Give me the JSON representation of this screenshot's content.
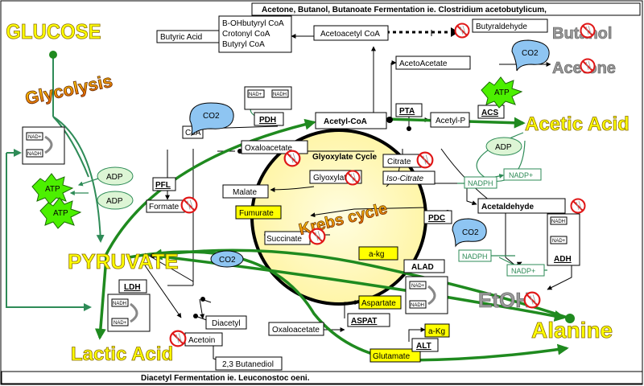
{
  "titles": {
    "top": "Acetone, Butanol, Butanoate Fermentation ie. Clostridium acetobutylicum,",
    "bottom": "Diacetyl Fermentation ie. Leuconostoc oeni."
  },
  "headlines": {
    "glucose": "GLUCOSE",
    "glycolysis": "Glycolysis",
    "pyruvate": "PYRUVATE",
    "lactic_acid": "Lactic Acid",
    "acetic_acid": "Acetic Acid",
    "alanine": "Alanine",
    "butanol": "Butanol",
    "acetone": "Acetone",
    "etoh": "EtOH",
    "krebs": "Krebs cycle"
  },
  "metabolites": {
    "butyric_acid": "Butyric Acid",
    "bohbutyryl": "B-OHbutyryl CoA",
    "crotonyl": "Crotonyl CoA",
    "butyryl": "Butyryl CoA",
    "acetoacetyl": "Acetoacetyl CoA",
    "butyraldehyde": "Butyraldehyde",
    "acetoacetate": "AcetoAcetate",
    "acetyl_coa": "Acetyl-CoA",
    "acetyl_p": "Acetyl-P",
    "coa": "CoA",
    "oxaloacetate": "Oxaloacetate",
    "glyoxylate_cycle": "Glyoxylate Cycle",
    "glyoxylate": "Glyoxylate",
    "citrate": "Citrate",
    "isocitrate": "Iso-Citrate",
    "malate": "Malate",
    "formate": "Formate",
    "fumurate": "Fumurate",
    "succinate": "Succinate",
    "acetaldehyde": "Acetaldehyde",
    "akg_center": "a-kg",
    "aspartate": "Aspartate",
    "oxaloacetate2": "Oxaloacetate",
    "akg_right": "a-Kg",
    "glutamate": "Glutamate",
    "diacetyl": "Diacetyl",
    "acetoin": "Acetoin",
    "butanediol": "2,3 Butanediol"
  },
  "enzymes": {
    "pdh": "PDH",
    "pfl": "PFL",
    "pta": "PTA",
    "acs": "ACS",
    "pdc": "PDC",
    "adh": "ADH",
    "ldh": "LDH",
    "alad": "ALAD",
    "aspat": "ASPAT",
    "alt": "ALT"
  },
  "cofactors": {
    "co2": "CO2",
    "atp": "ATP",
    "adp": "ADP",
    "nad": "NAD+",
    "nadh": "NADH",
    "nadph": "NADPH",
    "nadp": "NADP+"
  }
}
